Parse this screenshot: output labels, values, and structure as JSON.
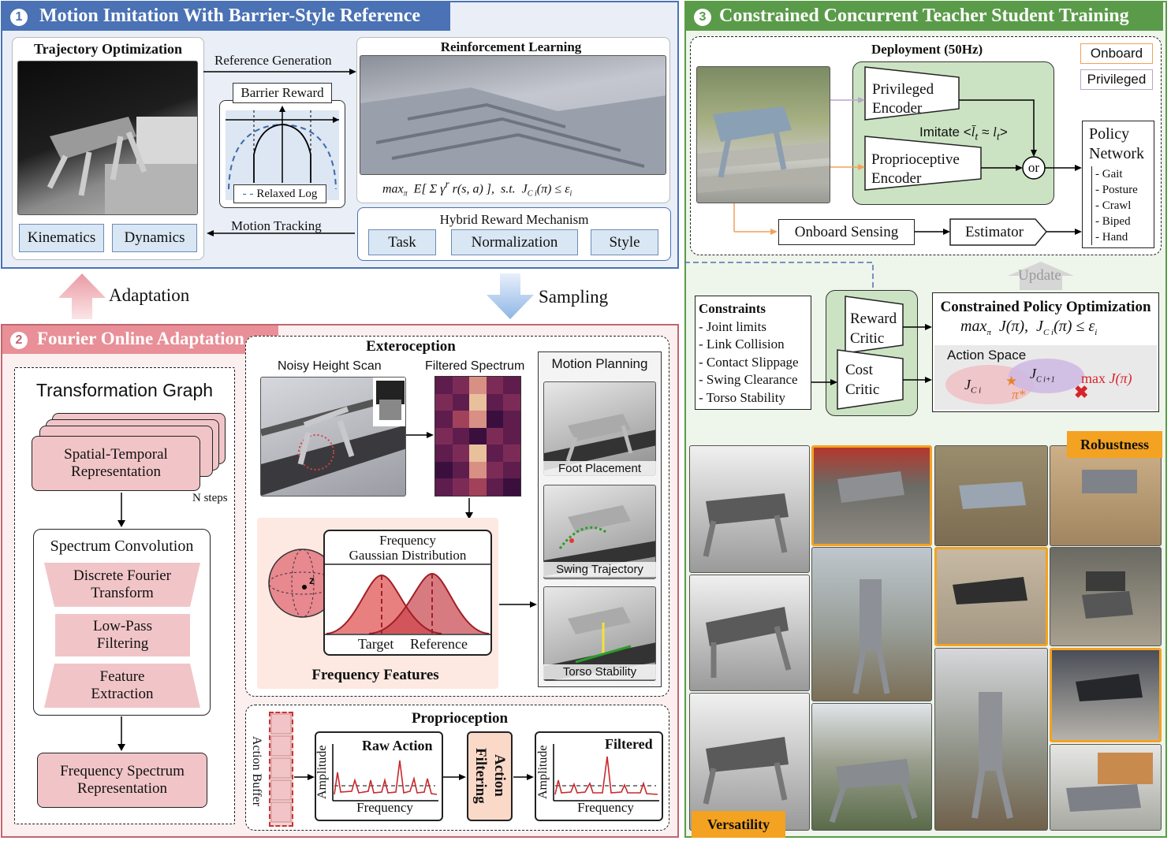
{
  "colors": {
    "blue_panel": "#4a72b4",
    "red_panel": "#c16670",
    "green_panel": "#5a9b4a",
    "orange": "#f3a221"
  },
  "icons": [
    "up-arrow-icon",
    "down-arrow-icon",
    "sphere-icon",
    "star-icon",
    "cross-icon"
  ],
  "panel1": {
    "num": "1",
    "title": "Motion Imitation With Barrier-Style Reference",
    "traj": "Trajectory Optimization",
    "kin": "Kinematics",
    "dyn": "Dynamics",
    "ref_gen": "Reference Generation",
    "barrier": "Barrier Reward",
    "relaxed": "Relaxed Log",
    "rl": "Reinforcement Learning",
    "motion_tracking": "Motion Tracking",
    "hybrid": "Hybrid Reward Mechanism",
    "task": "Task",
    "norm": "Normalization",
    "style": "Style"
  },
  "adaptation": "Adaptation",
  "sampling": "Sampling",
  "panel2": {
    "num": "2",
    "title": "Fourier Online Adaptation",
    "tg": "Transformation Graph",
    "str1": "Spatial-Temporal",
    "str2": "Representation",
    "nsteps": "N steps",
    "sc": "Spectrum Convolution",
    "dft1": "Discrete Fourier",
    "dft2": "Transform",
    "lpf1": "Low-Pass",
    "lpf2": "Filtering",
    "fe1": "Feature",
    "fe2": "Extraction",
    "fsr1": "Frequency Spectrum",
    "fsr2": "Representation",
    "extero": "Exteroception",
    "noisy": "Noisy Height Scan",
    "filtered_spec": "Filtered Spectrum",
    "freq_dist1": "Frequency",
    "freq_dist2": "Gaussian Distribution",
    "target": "Target",
    "reference": "Reference",
    "z": "z",
    "freq_feat": "Frequency Features",
    "mp": "Motion Planning",
    "foot": "Foot Placement",
    "swing": "Swing Trajectory",
    "torso": "Torso Stability",
    "proprio": "Proprioception",
    "action_buffer": "Action Buffer",
    "raw": "Raw Action",
    "filtered": "Filtered",
    "amplitude": "Amplitude",
    "frequency": "Frequency",
    "af1": "Action",
    "af2": "Filtering"
  },
  "panel3": {
    "num": "3",
    "title": "Constrained Concurrent Teacher Student Training",
    "deploy": "Deployment (50Hz)",
    "onboard": "Onboard",
    "privileged": "Privileged",
    "penc1": "Privileged",
    "penc2": "Encoder",
    "prenc1": "Proprioceptive",
    "prenc2": "Encoder",
    "imitate": "Imitate <",
    "imitate2": "≈",
    "imitate3": ">",
    "or": "or",
    "pn1": "Policy",
    "pn2": "Network",
    "pn_items": [
      "- Gait",
      "- Posture",
      "- Crawl",
      "- Biped",
      "- Hand"
    ],
    "onsense": "Onboard Sensing",
    "estimator": "Estimator",
    "update": "Update",
    "cons": "Constraints",
    "cons_items": [
      "- Joint limits",
      "- Link Collision",
      "- Contact Slippage",
      "- Swing Clearance",
      "- Torso Stability"
    ],
    "rc1": "Reward",
    "rc2": "Critic",
    "cc1": "Cost",
    "cc2": "Critic",
    "cpo": "Constrained Policy Optimization",
    "action_space": "Action Space",
    "maxj": "max",
    "robust": "Robustness",
    "versatility": "Versatility"
  }
}
